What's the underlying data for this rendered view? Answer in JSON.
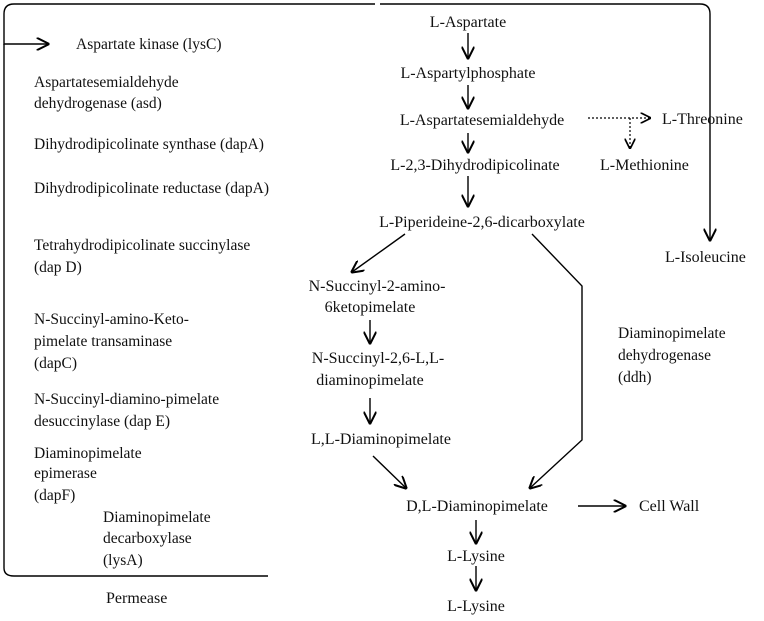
{
  "metabolites": {
    "aspartate": "L-Aspartate",
    "aspartylphosphate": "L-Aspartylphosphate",
    "aspartatesemialdehyde": "L-Aspartatesemialdehyde",
    "dihydrodipicolinate": "L-2,3-Dihydrodipicolinate",
    "piperideine": "L-Piperideine-2,6-dicarboxylate",
    "succinyl_keto": [
      "N-Succinyl-2-amino-",
      "6ketopimelate"
    ],
    "succinyl_diamino": [
      "N-Succinyl-2,6-L,L-",
      "diaminopimelate"
    ],
    "ll_dap": "L,L-Diaminopimelate",
    "dl_dap": "D,L-Diaminopimelate",
    "lysine_in": "L-Lysine",
    "lysine_out": "L-Lysine",
    "threonine": "L-Threonine",
    "methionine": "L-Methionine",
    "isoleucine": "L-Isoleucine",
    "cell_wall": "Cell Wall"
  },
  "enzymes": {
    "lysC": "Aspartate kinase (lysC)",
    "asd": [
      "Aspartatesemialdehyde",
      "dehydrogenase (asd)"
    ],
    "dapA_synthase": "Dihydrodipicolinate synthase (dapA)",
    "dapA_reductase": "Dihydrodipicolinate reductase (dapA)",
    "dapD": [
      "Tetrahydrodipicolinate succinylase",
      "(dap D)"
    ],
    "dapC": [
      "N-Succinyl-amino-Keto-",
      "pimelate transaminase",
      "(dapC)"
    ],
    "dapE": [
      "N-Succinyl-diamino-pimelate",
      "desuccinylase (dap E)"
    ],
    "dapF": [
      "Diaminopimelate",
      "epimerase",
      "(dapF)"
    ],
    "lysA": [
      "Diaminopimelate",
      "decarboxylase",
      "(lysA)"
    ],
    "ddh": [
      "Diaminopimelate",
      "dehydrogenase",
      "(ddh)"
    ]
  },
  "permease": "Permease"
}
